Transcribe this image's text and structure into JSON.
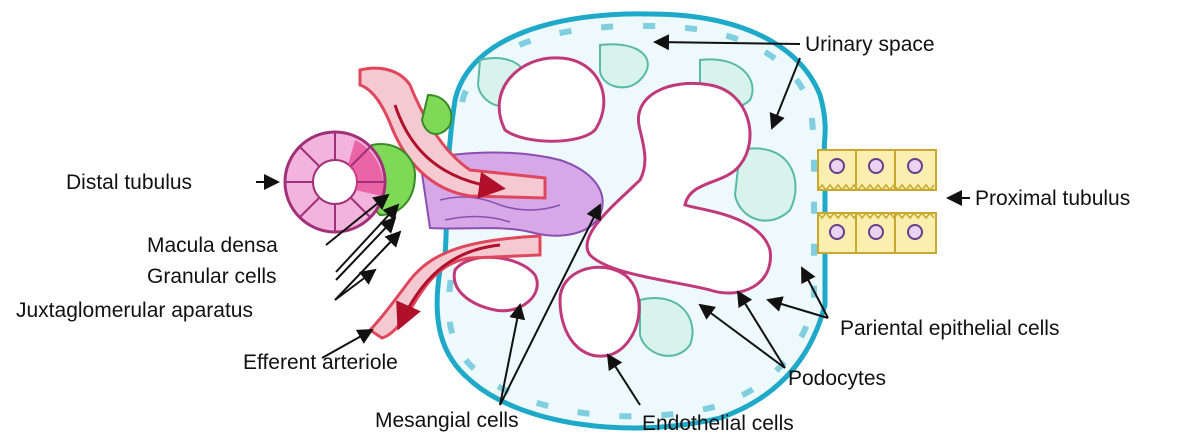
{
  "labels": {
    "urinary_space": "Urinary space",
    "distal_tubulus": "Distal tubulus",
    "proximal_tubulus": "Proximal tubulus",
    "macula_densa": "Macula densa",
    "granular_cells": "Granular cells",
    "juxtaglomerular_aparatus": "Juxtaglomerular aparatus",
    "efferent_arteriole": "Efferent arteriole",
    "pariental_epithelial_cells": "Pariental epithelial cells",
    "podocytes": "Podocytes",
    "mesangial_cells": "Mesangial cells",
    "endothelial_cells": "Endothelial cells"
  },
  "colors": {
    "capsule_outline": "#1fa9c9",
    "capsule_fill": "#c9ecf2",
    "capillary_outline": "#c0397a",
    "mesangium_fill": "#d7a8e8",
    "podocyte_fill": "#d8f2ec",
    "arteriole_red": "#e0465c",
    "macula_green": "#7ed957",
    "distal_pink": "#f2b4dc",
    "proximal_yellow": "#fbefb0",
    "arrow_dark_red": "#b0102a"
  }
}
